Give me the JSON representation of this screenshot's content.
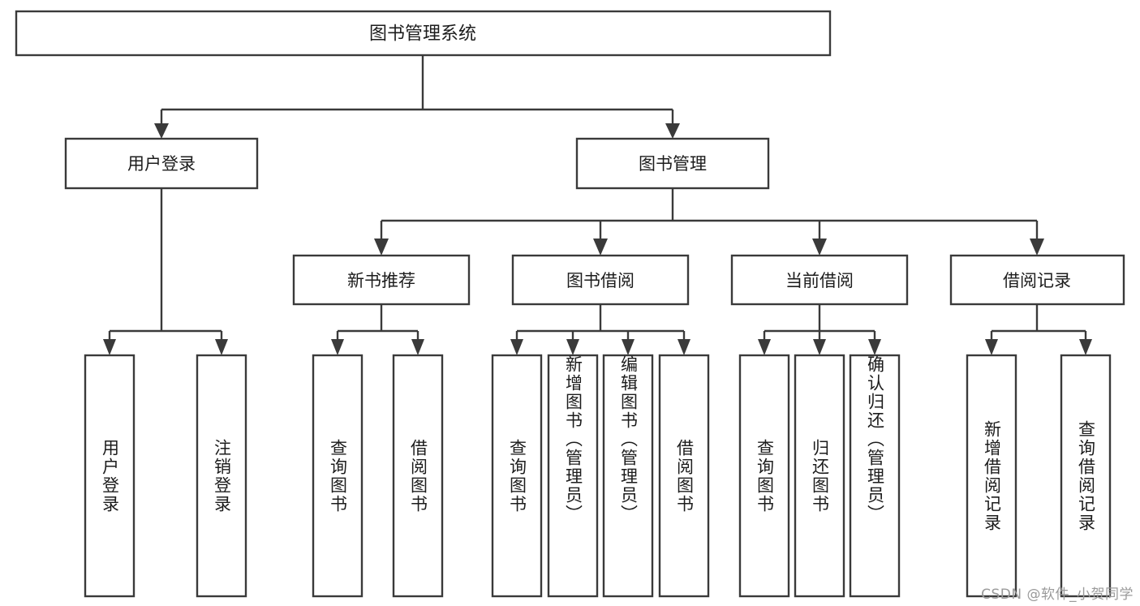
{
  "diagram": {
    "title": "图书管理系统",
    "type": "tree-hierarchy-functional-structure",
    "orientation": "top-down",
    "watermark": "CSDN @软件_小贺同学",
    "colors": {
      "background": "#ffffff",
      "box_stroke": "#3a3a3a",
      "box_fill": "#ffffff",
      "text": "#1c1c1c",
      "watermark": "#9a9a9a"
    },
    "root": {
      "id": "root",
      "label": "图书管理系统",
      "orientation": "horizontal"
    },
    "level2": [
      {
        "id": "l2-user-login",
        "label": "用户登录",
        "orientation": "horizontal"
      },
      {
        "id": "l2-book-manage",
        "label": "图书管理",
        "orientation": "horizontal"
      }
    ],
    "level3": [
      {
        "id": "l3-new-book-rec",
        "label": "新书推荐",
        "orientation": "horizontal"
      },
      {
        "id": "l3-book-borrow",
        "label": "图书借阅",
        "orientation": "horizontal"
      },
      {
        "id": "l3-current-borrow",
        "label": "当前借阅",
        "orientation": "horizontal"
      },
      {
        "id": "l3-borrow-record",
        "label": "借阅记录",
        "orientation": "horizontal"
      }
    ],
    "leaves": {
      "user_login": [
        {
          "id": "leaf-user-login",
          "label": "用户登录",
          "orientation": "vertical"
        },
        {
          "id": "leaf-logout-login",
          "label": "注销登录",
          "orientation": "vertical"
        }
      ],
      "new_book_rec": [
        {
          "id": "leaf-query-book-1",
          "label": "查询图书",
          "orientation": "vertical"
        },
        {
          "id": "leaf-borrow-book-1",
          "label": "借阅图书",
          "orientation": "vertical"
        }
      ],
      "book_borrow": [
        {
          "id": "leaf-query-book-2",
          "label": "查询图书",
          "orientation": "vertical"
        },
        {
          "id": "leaf-add-book-admin",
          "label": "新增图书（管理员）",
          "orientation": "vertical"
        },
        {
          "id": "leaf-edit-book-admin",
          "label": "编辑图书（管理员）",
          "orientation": "vertical"
        },
        {
          "id": "leaf-borrow-book-2",
          "label": "借阅图书",
          "orientation": "vertical"
        }
      ],
      "current_borrow": [
        {
          "id": "leaf-query-book-3",
          "label": "查询图书",
          "orientation": "vertical"
        },
        {
          "id": "leaf-return-book",
          "label": "归还图书",
          "orientation": "vertical"
        },
        {
          "id": "leaf-confirm-return-admin",
          "label": "确认归还（管理员）",
          "orientation": "vertical"
        }
      ],
      "borrow_record": [
        {
          "id": "leaf-add-borrow-record",
          "label": "新增借阅记录",
          "orientation": "vertical"
        },
        {
          "id": "leaf-query-borrow-record",
          "label": "查询借阅记录",
          "orientation": "vertical"
        }
      ]
    }
  }
}
